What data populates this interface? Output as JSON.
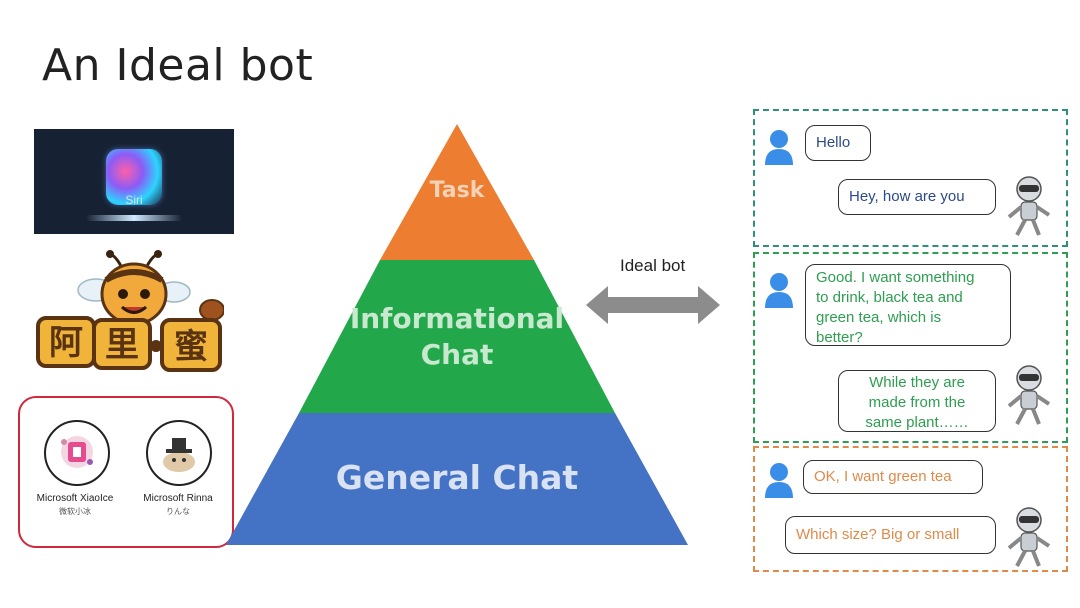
{
  "slide": {
    "title": "An Ideal bot"
  },
  "logos": {
    "siri": {
      "label": "Siri"
    },
    "microsoft": [
      {
        "name": "Microsoft XiaoIce",
        "sub": "微软小冰"
      },
      {
        "name": "Microsoft Rinna",
        "sub": "りんな"
      }
    ]
  },
  "pyramid": {
    "levels": [
      {
        "label": "Task",
        "color": "#ed7d31"
      },
      {
        "label_line1": "Informational",
        "label_line2": "Chat",
        "color": "#22a84a"
      },
      {
        "label": "General Chat",
        "color": "#4472c4"
      }
    ]
  },
  "arrow": {
    "label": "Ideal bot"
  },
  "chat": {
    "groups": [
      {
        "border_color": "#2f8f7a",
        "messages": [
          {
            "from": "user",
            "text": "Hello"
          },
          {
            "from": "bot",
            "text": "Hey, how are you"
          }
        ]
      },
      {
        "border_color": "#2e9e50",
        "messages": [
          {
            "from": "user",
            "lines": [
              "Good. I want something",
              "to drink, black tea and",
              "green tea, which  is",
              "better?"
            ]
          },
          {
            "from": "bot",
            "lines": [
              "While they are",
              "made from the",
              "same plant……"
            ]
          }
        ]
      },
      {
        "border_color": "#e08a4a",
        "messages": [
          {
            "from": "user",
            "text": "OK, I want green tea"
          },
          {
            "from": "bot",
            "text": "Which size? Big or small"
          }
        ]
      }
    ]
  }
}
